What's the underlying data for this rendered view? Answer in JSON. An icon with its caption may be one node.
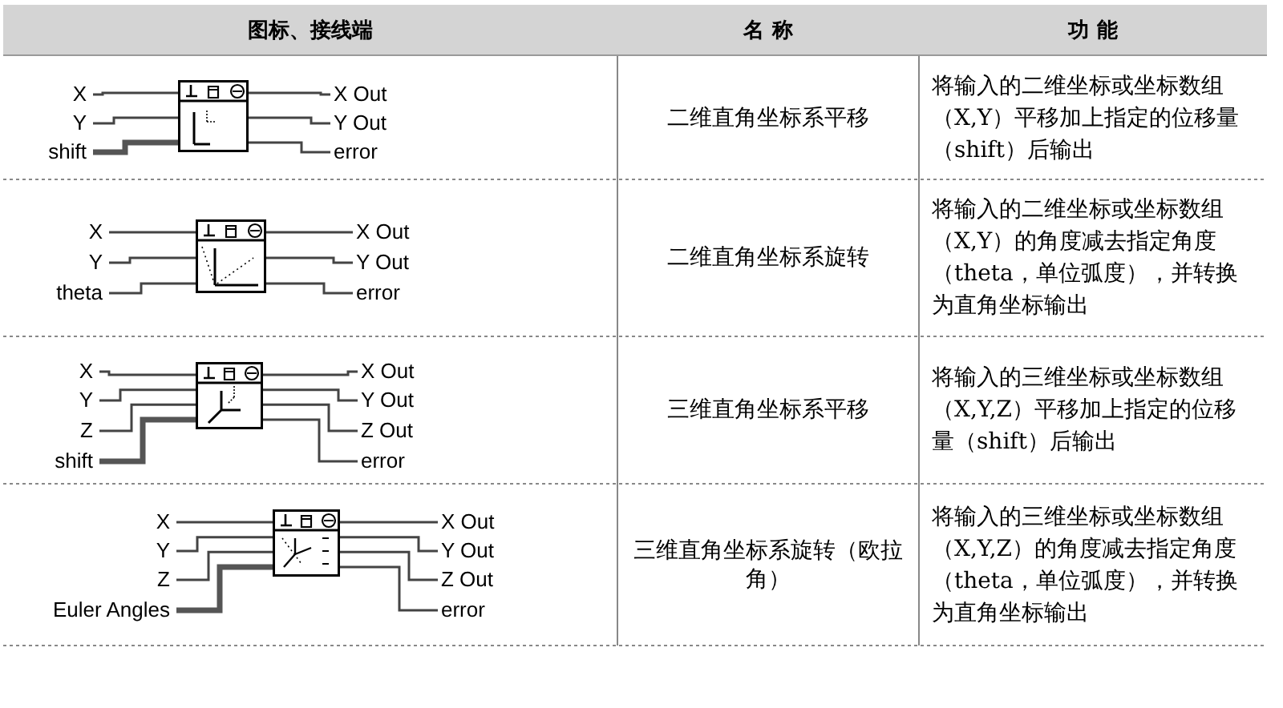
{
  "diagram": {
    "nodes": [
      {
        "text": [
          "X"
        ]
      },
      {
        "text": [
          "Y"
        ]
      },
      {
        "text": [
          "shift"
        ]
      },
      {
        "text": [],
        "shape": "picture"
      },
      {
        "text": [
          "X Out"
        ]
      },
      {
        "text": [
          "Y Out"
        ]
      },
      {
        "text": [
          "error"
        ]
      },
      {
        "text": [
          "X"
        ]
      },
      {
        "text": [
          "Y"
        ]
      },
      {
        "text": [
          "theta"
        ]
      },
      {
        "text": [],
        "shape": "picture"
      },
      {
        "text": [
          "X Out"
        ]
      },
      {
        "text": [
          "Y Out"
        ]
      },
      {
        "text": [
          "error"
        ]
      },
      {
        "text": [
          "X"
        ]
      },
      {
        "text": [
          "Y"
        ]
      },
      {
        "text": [
          "Z"
        ]
      },
      {
        "text": [
          "shift"
        ]
      },
      {
        "text": [],
        "shape": "picture"
      },
      {
        "text": [
          "X Out"
        ]
      },
      {
        "text": [
          "Y Out"
        ]
      },
      {
        "text": [
          "Z Out"
        ]
      },
      {
        "text": [
          "error"
        ]
      },
      {
        "text": [
          "X"
        ]
      },
      {
        "text": [
          "Y"
        ]
      },
      {
        "text": [
          "Z"
        ]
      },
      {
        "text": [
          "Euler Angles"
        ]
      },
      {
        "text": [],
        "shape": "picture"
      },
      {
        "text": [
          "X Out"
        ]
      },
      {
        "text": [
          "Y Out"
        ]
      },
      {
        "text": [
          "Z Out"
        ]
      },
      {
        "text": [
          "error"
        ]
      }
    ],
    "edges": [
      {
        "from": 0,
        "to": 3,
        "arrow": "none"
      },
      {
        "from": 1,
        "to": 3,
        "arrow": "none"
      },
      {
        "from": 2,
        "to": 3,
        "arrow": "none",
        "style": "thick"
      },
      {
        "from": 3,
        "to": 4,
        "arrow": "none"
      },
      {
        "from": 3,
        "to": 5,
        "arrow": "none"
      },
      {
        "from": 3,
        "to": 6,
        "arrow": "none"
      },
      {
        "from": 7,
        "to": 10,
        "arrow": "none"
      },
      {
        "from": 8,
        "to": 10,
        "arrow": "none"
      },
      {
        "from": 9,
        "to": 10,
        "arrow": "none"
      },
      {
        "from": 10,
        "to": 11,
        "arrow": "none"
      },
      {
        "from": 10,
        "to": 12,
        "arrow": "none"
      },
      {
        "from": 10,
        "to": 13,
        "arrow": "none"
      },
      {
        "from": 14,
        "to": 18,
        "arrow": "none"
      },
      {
        "from": 15,
        "to": 18,
        "arrow": "none"
      },
      {
        "from": 16,
        "to": 18,
        "arrow": "none"
      },
      {
        "from": 17,
        "to": 18,
        "arrow": "none",
        "style": "thick"
      },
      {
        "from": 18,
        "to": 19,
        "arrow": "none"
      },
      {
        "from": 18,
        "to": 20,
        "arrow": "none"
      },
      {
        "from": 18,
        "to": 21,
        "arrow": "none"
      },
      {
        "from": 18,
        "to": 22,
        "arrow": "none"
      },
      {
        "from": 23,
        "to": 27,
        "arrow": "none"
      },
      {
        "from": 24,
        "to": 27,
        "arrow": "none"
      },
      {
        "from": 25,
        "to": 27,
        "arrow": "none"
      },
      {
        "from": 26,
        "to": 27,
        "arrow": "none",
        "style": "thick"
      },
      {
        "from": 27,
        "to": 28,
        "arrow": "none"
      },
      {
        "from": 27,
        "to": 29,
        "arrow": "none"
      },
      {
        "from": 27,
        "to": 30,
        "arrow": "none"
      },
      {
        "from": 27,
        "to": 31,
        "arrow": "none"
      }
    ],
    "labels": [
      "图标、接线端",
      "名 称",
      "功 能",
      "二维直角坐标系平移",
      "将输入的二维坐标或坐标数组（X,Y）平移加上指定的位移量（shift）后输出",
      "二维直角坐标系旋转",
      "将输入的二维坐标或坐标数组（X,Y）的角度减去指定角度（theta，单位弧度），并转换为直角坐标输出",
      "三维直角坐标系平移",
      "将输入的三维坐标或坐标数组（X,Y,Z）平移加上指定的位移量（shift）后输出",
      "三维直角坐标系旋转（欧拉角）",
      "将输入的三维坐标或坐标数组（X,Y,Z）的角度减去指定角度（theta，单位弧度），并转换为直角坐标输出"
    ]
  }
}
